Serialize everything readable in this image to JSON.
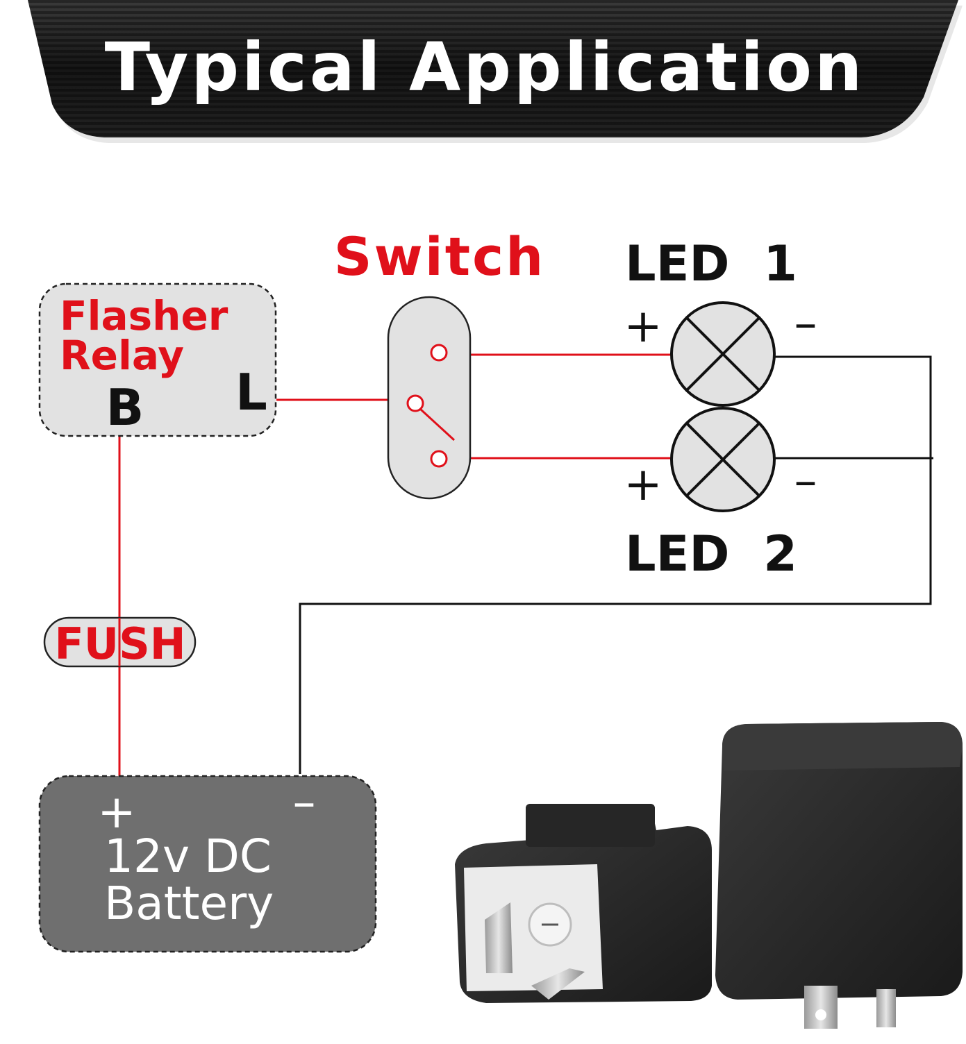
{
  "banner": {
    "title": "Typical Application",
    "background_color": "#1c1c1c",
    "text_color": "#ffffff"
  },
  "flasher_relay": {
    "label_line1": "Flasher",
    "label_line2": "Relay",
    "terminal_b": "B",
    "terminal_l": "L"
  },
  "switch": {
    "label": "Switch"
  },
  "led1": {
    "label": "LED  1",
    "plus": "+",
    "minus": "–"
  },
  "led2": {
    "label": "LED  2",
    "plus": "+",
    "minus": "–"
  },
  "fuse": {
    "label": "FUSH"
  },
  "battery": {
    "plus": "+",
    "minus": "–",
    "label_line1": "12v DC",
    "label_line2": "Battery"
  },
  "colors": {
    "red_wire": "#e0101a",
    "black_wire": "#111111",
    "label_red": "#e0101a",
    "box_fill": "#e2e2e2",
    "battery_fill": "#6f6f6f",
    "product_body": "#2a2a2a"
  }
}
